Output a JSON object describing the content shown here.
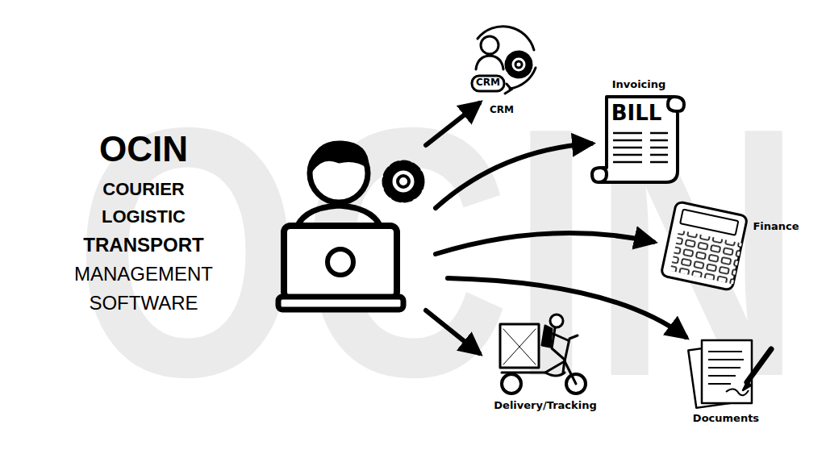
{
  "diagram": {
    "title": "OCIN",
    "nodes": [
      {
        "text": [
          "CRM",
          "CRM"
        ]
      },
      {
        "text": [
          "Invoicing",
          "BILL"
        ]
      },
      {
        "text": [
          "Finance"
        ]
      },
      {
        "text": [
          "Delivery/Tracking"
        ]
      },
      {
        "text": [
          "Documents"
        ]
      }
    ],
    "labels": [
      "OCIN",
      "COURIER",
      "LOGISTIC",
      "TRANSPORT",
      "MANAGEMENT",
      "SOFTWARE"
    ]
  }
}
